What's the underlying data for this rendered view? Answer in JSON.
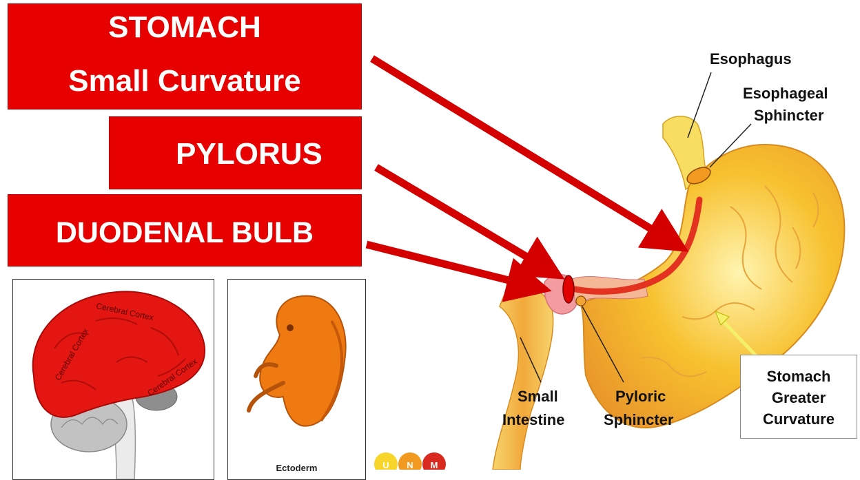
{
  "boxes": {
    "stomach_line1": "STOMACH",
    "stomach_line2": "Small Curvature",
    "pylorus": "PYLORUS",
    "duodenal_bulb": "DUODENAL BULB"
  },
  "labels": {
    "esophagus": "Esophagus",
    "esophageal_sphincter_1": "Esophageal",
    "esophageal_sphincter_2": "Sphincter",
    "small_intestine_1": "Small",
    "small_intestine_2": "Intestine",
    "pyloric_sphincter_1": "Pyloric",
    "pyloric_sphincter_2": "Sphincter",
    "greater_1": "Stomach",
    "greater_2": "Greater",
    "greater_3": "Curvature"
  },
  "thumbnails": {
    "brain_labels": [
      "Cerebral Cortex",
      "Cerebral Cortex",
      "Cerebral Cortex"
    ],
    "embryo_caption": "Ectoderm"
  },
  "logo": {
    "letters": [
      "U",
      "N",
      "M"
    ],
    "colors": [
      "#f7d52a",
      "#f29a1f",
      "#d92a1f"
    ]
  },
  "colors": {
    "box_red": "#e60000",
    "arrow_red": "#d40000",
    "stomach_yellow": "#f7c12e",
    "stomach_orange": "#e9962a",
    "lesser_curvature": "#e3321f",
    "pointer_yellow": "#f4f06a"
  }
}
